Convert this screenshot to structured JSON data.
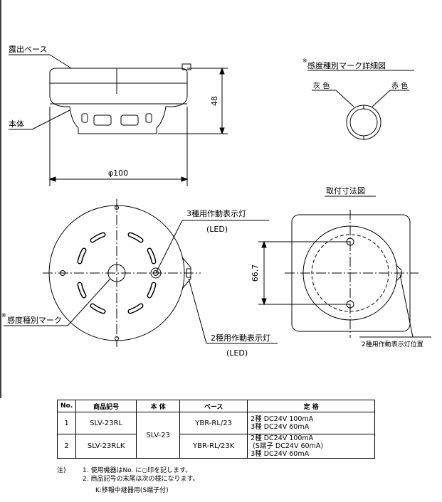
{
  "side_view": {
    "base_label": "露出ベース",
    "body_label": "本体",
    "height_dim": "48",
    "diameter_dim": "φ100"
  },
  "detail": {
    "title": "感度種別マーク詳細図",
    "gray_label": "灰 色",
    "red_label": "赤 色",
    "asterisk": "※"
  },
  "top_view": {
    "lamp3_label": "3種用作動表示灯",
    "lamp3_sub": "(LED)",
    "lamp2_label": "2種用作動表示灯",
    "lamp2_sub": "(LED)",
    "mark_label": "感度種別マーク",
    "asterisk": "※"
  },
  "mount": {
    "title": "取付寸法図",
    "pitch_dim": "66.7",
    "lamp_pos_label": "2種用作動表示灯位置"
  },
  "table": {
    "headers": [
      "No.",
      "商品記号",
      "本 体",
      "ベース",
      "定 格"
    ],
    "rows": [
      {
        "no": "1",
        "code": "SLV-23RL",
        "base": "YBR-RL/23",
        "rating": "2種 DC24V 100mA\n3種 DC24V 60mA"
      },
      {
        "no": "2",
        "code": "SLV-23RLK",
        "base": "YBR-RL/23K",
        "rating": "2種 DC24V 100mA\n (S端子 DC24V 60mA)\n3種 DC24V 60mA"
      }
    ],
    "body_shared": "SLV-23"
  },
  "notes": {
    "label": "注)",
    "lines": [
      "1. 使用機器はNo. に○印を記します。",
      "2. 商品記号の末尾は次の様になります。"
    ],
    "k_line": "K:移報中継器用(S端子付)"
  }
}
